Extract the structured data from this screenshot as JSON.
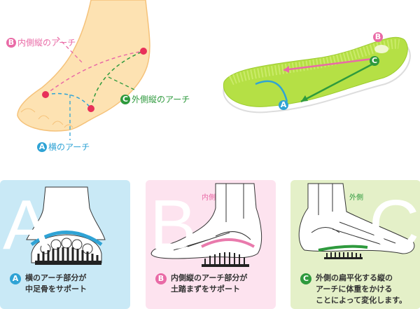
{
  "top": {
    "foot_labels": {
      "a": {
        "letter": "A",
        "text": "横のアーチ"
      },
      "b": {
        "letter": "B",
        "text": "内側縦のアーチ"
      },
      "c": {
        "letter": "C",
        "text": "外側縦のアーチ"
      }
    },
    "insole_markers": {
      "a": "A",
      "b": "B",
      "c": "C"
    }
  },
  "panels": [
    {
      "letter": "A",
      "side": "",
      "caption": "横のアーチ部分が\n中足骨をサポート"
    },
    {
      "letter": "B",
      "side": "内側",
      "caption": "内側縦のアーチ部分が\n土踏まずをサポート"
    },
    {
      "letter": "C",
      "side": "外側",
      "caption": "外側の扁平化する縦の\nアーチに体重をかける\nことによって変化します。"
    }
  ],
  "colors": {
    "a": "#2fa3d5",
    "b": "#e96aa6",
    "c": "#2e9a3d",
    "panel_a": "#c9e9f6",
    "panel_b": "#fde3ef",
    "panel_c": "#e4f0c8",
    "foot": "#fde2b2"
  }
}
